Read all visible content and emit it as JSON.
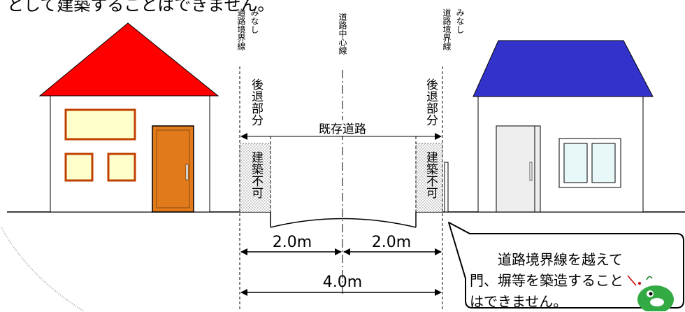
{
  "top_text": "として建築することはできません。",
  "labels": {
    "minashi_left": "みなし",
    "boundary_left": "道路境界線",
    "centerline": "道路中心線",
    "minashi_right": "みなし",
    "boundary_right": "道路境界線",
    "setback_left": "後退部分",
    "setback_right": "後退部分",
    "existing_road": "既存道路",
    "no_build_left": "建築不可",
    "no_build_right": "建築不可",
    "dim_left": "2.0m",
    "dim_right": "2.0m",
    "dim_total": "4.0m"
  },
  "callout": {
    "line1": "道路境界線を越えて",
    "line2": "門、塀等を築造すること",
    "line3": "はできません。"
  },
  "colors": {
    "left_roof": "#ff0000",
    "right_roof": "#3333cc",
    "left_door": "#e07a1a",
    "window_fill": "#ffffcc",
    "right_door": "#eeeeee",
    "right_window": "#ffffff",
    "mascot": "#33aa44"
  }
}
